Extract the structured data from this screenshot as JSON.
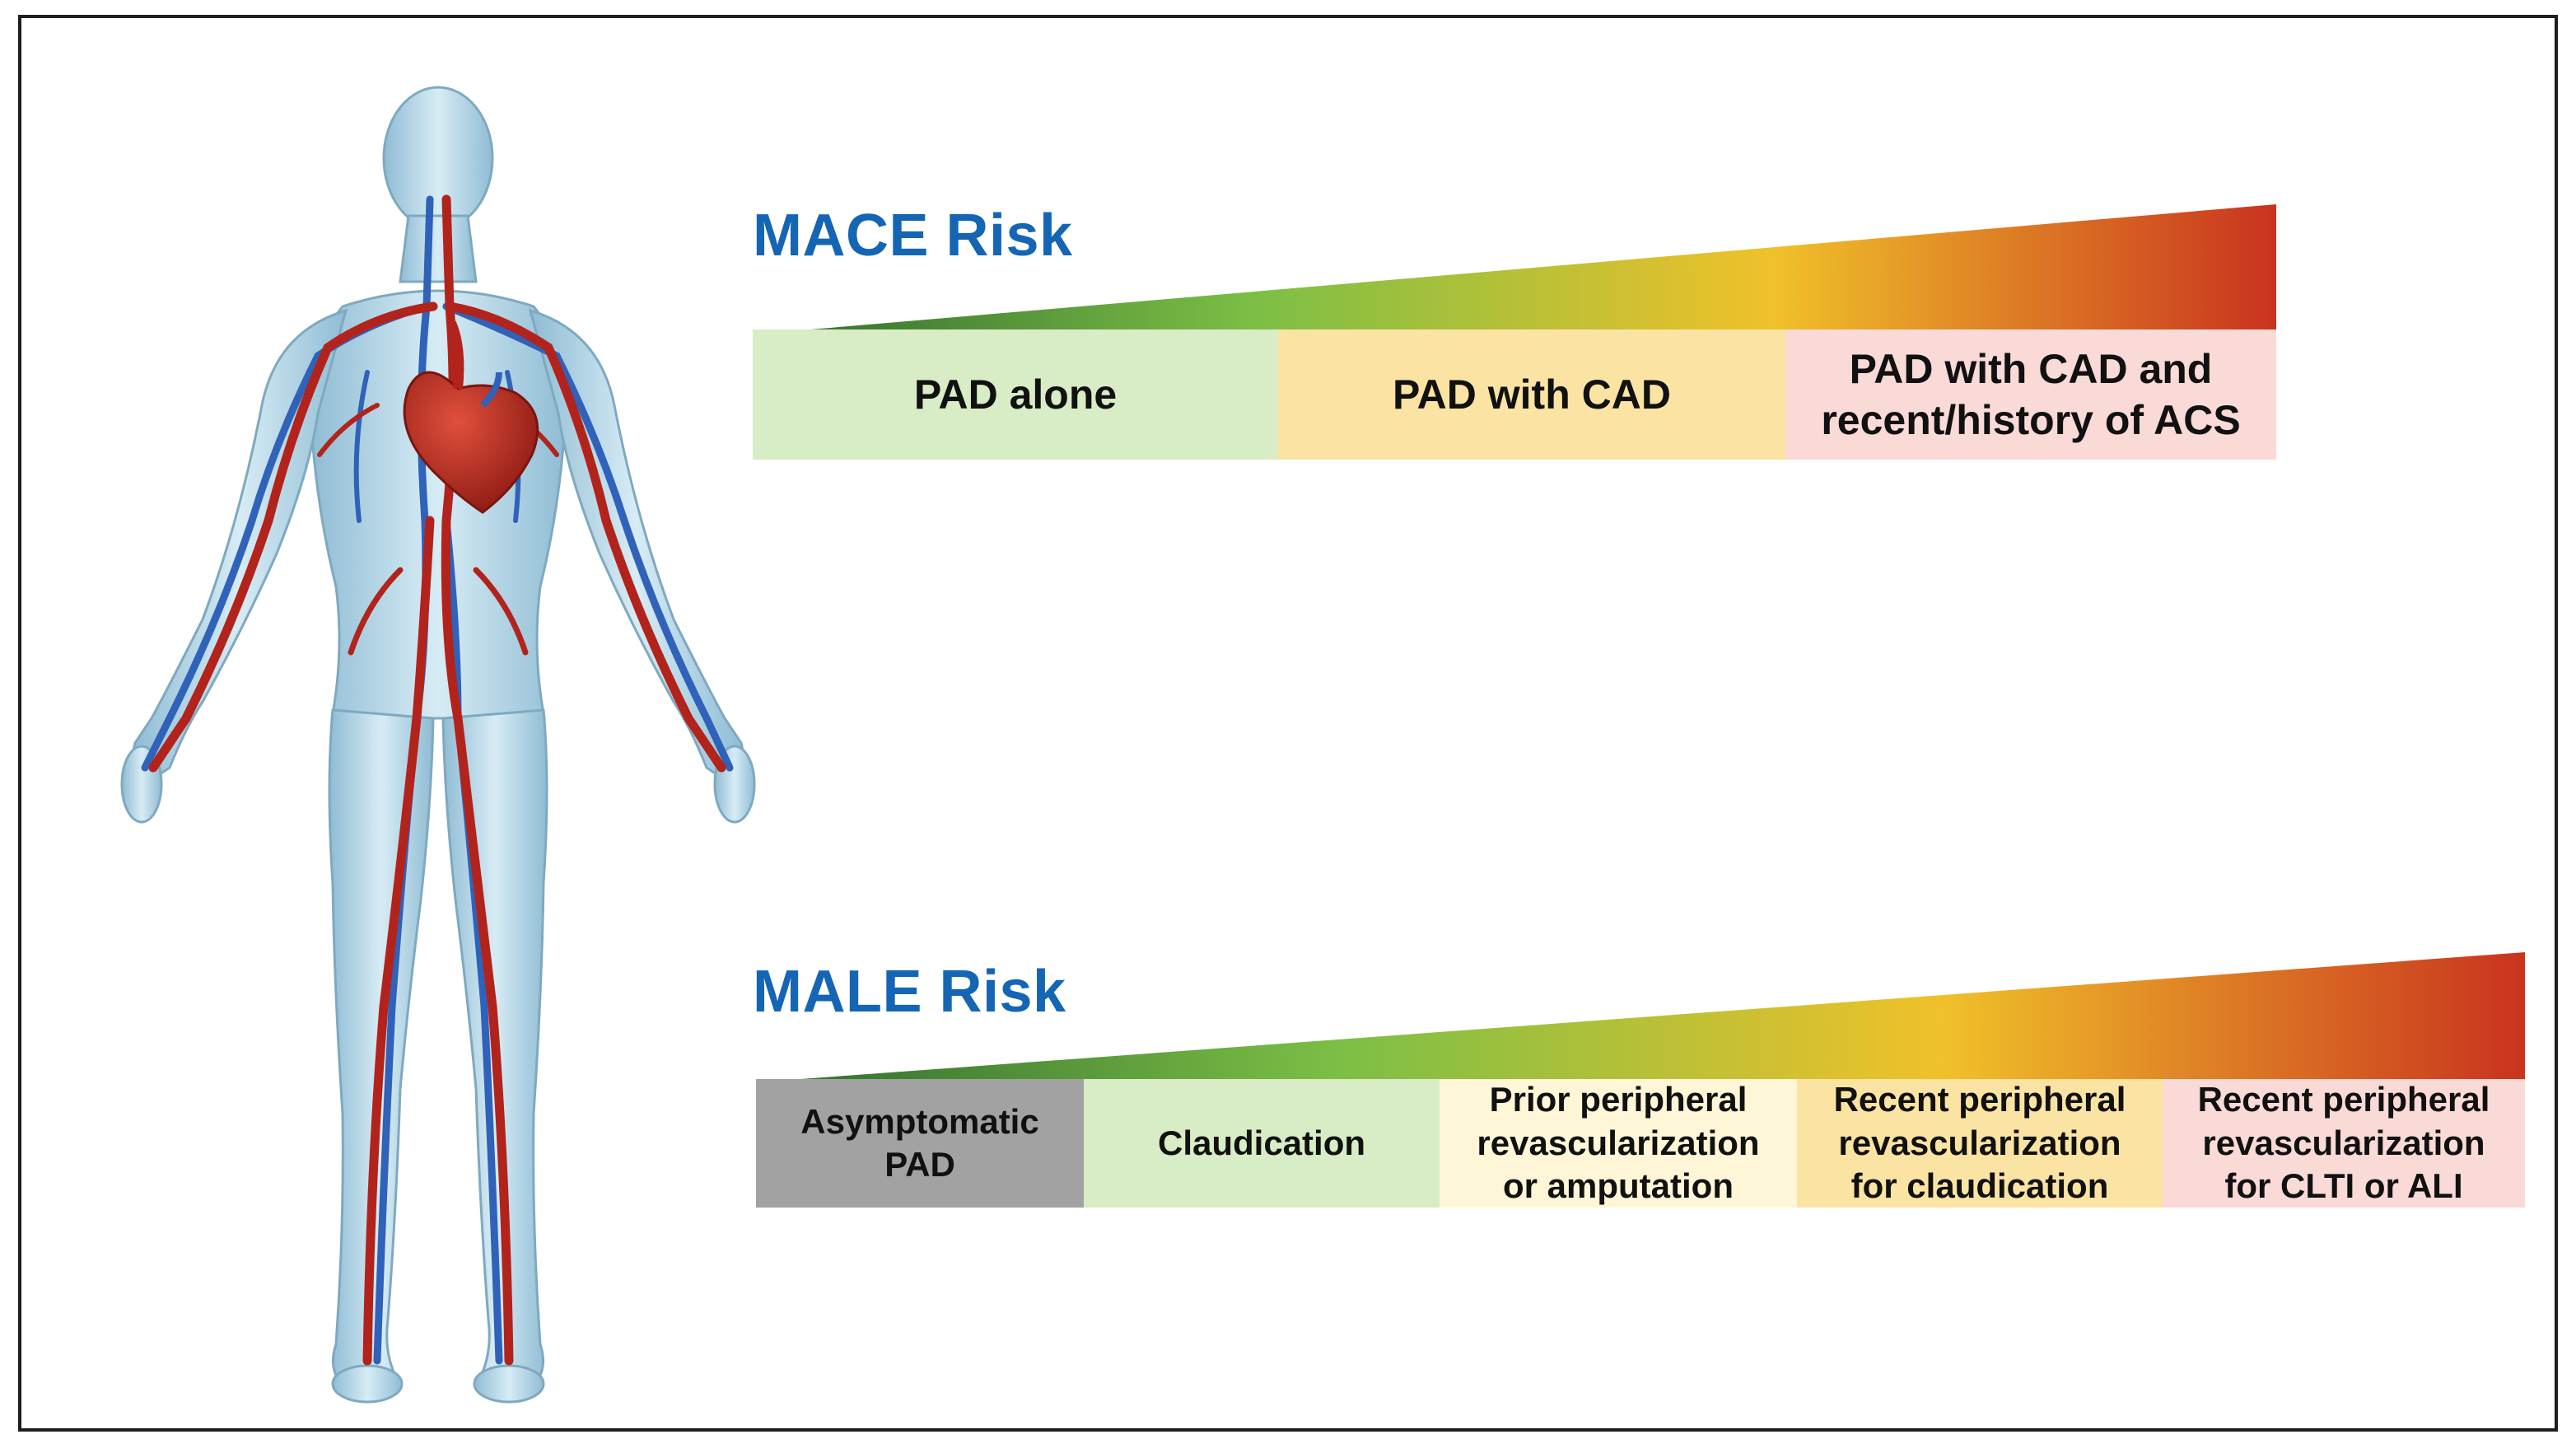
{
  "mace": {
    "title": "MACE Risk",
    "segments": [
      {
        "label": "PAD alone",
        "color": "#d8ecc5"
      },
      {
        "label": "PAD with CAD",
        "color": "#fbe4a3"
      },
      {
        "label": "PAD with CAD and\nrecent/history of ACS",
        "color": "#f9dad6"
      }
    ]
  },
  "male": {
    "title": "MALE Risk",
    "segments": [
      {
        "label": "Asymptomatic\nPAD",
        "color": "#a2a2a2"
      },
      {
        "label": "Claudication",
        "color": "#d8ecc5"
      },
      {
        "label": "Prior peripheral\nrevascularization\nor amputation",
        "color": "#fef6d6"
      },
      {
        "label": "Recent peripheral\nrevascularization\nfor claudication",
        "color": "#fbe4a3"
      },
      {
        "label": "Recent peripheral\nrevascularization\nfor CLTI or ALI",
        "color": "#f9dad6"
      }
    ]
  },
  "gradient": {
    "start": "#2f6a2f",
    "mid1": "#7cbf45",
    "mid2": "#f0c12a",
    "end": "#c9331f"
  },
  "figure": {
    "skin": "#a9cfe2",
    "artery": "#b2231c",
    "vein": "#2f62b8",
    "heart": "#c02a22"
  }
}
